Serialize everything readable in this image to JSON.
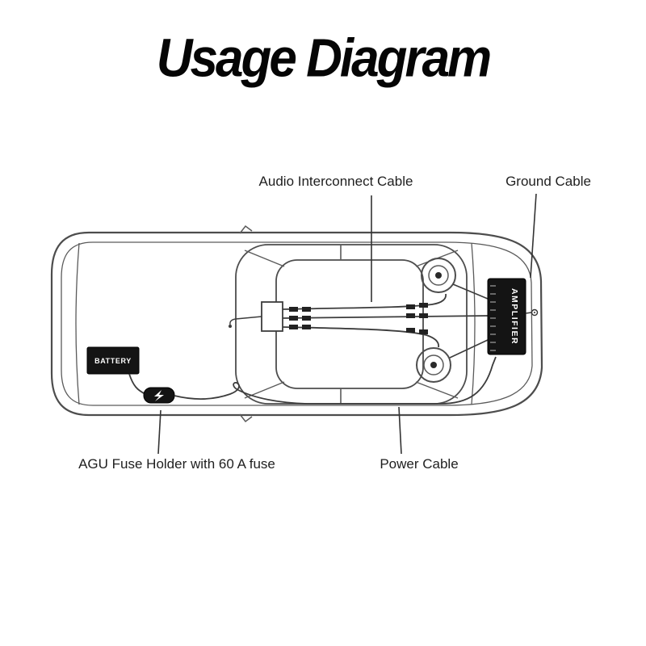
{
  "title": "Usage Diagram",
  "labels": {
    "audio_interconnect": "Audio Interconnect Cable",
    "ground": "Ground Cable",
    "fuse": "AGU Fuse Holder with 60 A fuse",
    "power": "Power Cable"
  },
  "components": {
    "battery": "BATTERY",
    "amplifier": "AMPLIFIER"
  },
  "colors": {
    "background": "#ffffff",
    "line": "#4d4d4d",
    "label_text": "#1f1f1f",
    "component_fill": "#141414",
    "component_text": "#ffffff"
  }
}
